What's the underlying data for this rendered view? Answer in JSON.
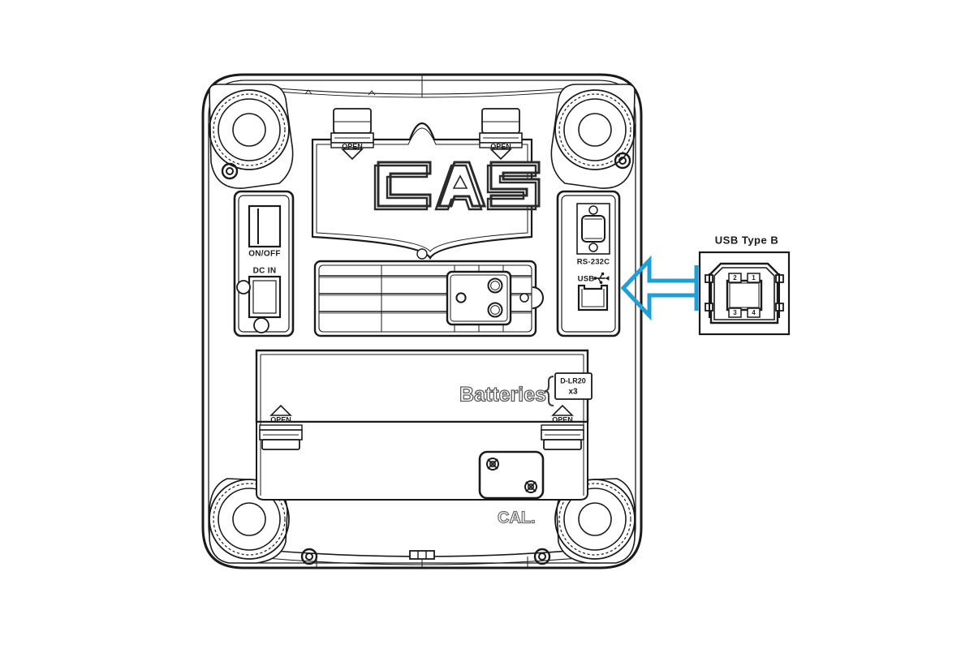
{
  "document": {
    "type": "technical-line-drawing",
    "view": "bottom-view",
    "product_brand": "CAS",
    "background_color": "#ffffff",
    "line_color": "#1a1a1a",
    "callout_color": "#1f9fd8"
  },
  "scale_body": {
    "brand_logo": "CAS",
    "battery_label": "Batteries",
    "battery_spec_line1": "D-LR20",
    "battery_spec_line2": "x3",
    "cal_label": "CAL.",
    "open_tabs": [
      {
        "label": "OPEN",
        "direction": "down"
      },
      {
        "label": "OPEN",
        "direction": "down"
      },
      {
        "label": "OPEN",
        "direction": "up"
      },
      {
        "label": "OPEN",
        "direction": "up"
      }
    ]
  },
  "left_panel": {
    "power_switch_label": "ON/OFF",
    "dc_in_label": "DC IN"
  },
  "right_panel": {
    "serial_label": "RS-232C",
    "usb_label": "USB",
    "usb_icon": "usb-trident-icon"
  },
  "callout": {
    "arrow_icon": "left-arrow-icon",
    "arrow_color": "#1f9fd8",
    "direction": "left"
  },
  "usb_detail": {
    "title": "USB  Type  B",
    "pins": [
      "1",
      "2",
      "3",
      "4"
    ],
    "pin_top_right": "1",
    "pin_top_left": "2",
    "pin_bottom_left": "3",
    "pin_bottom_right": "4"
  }
}
